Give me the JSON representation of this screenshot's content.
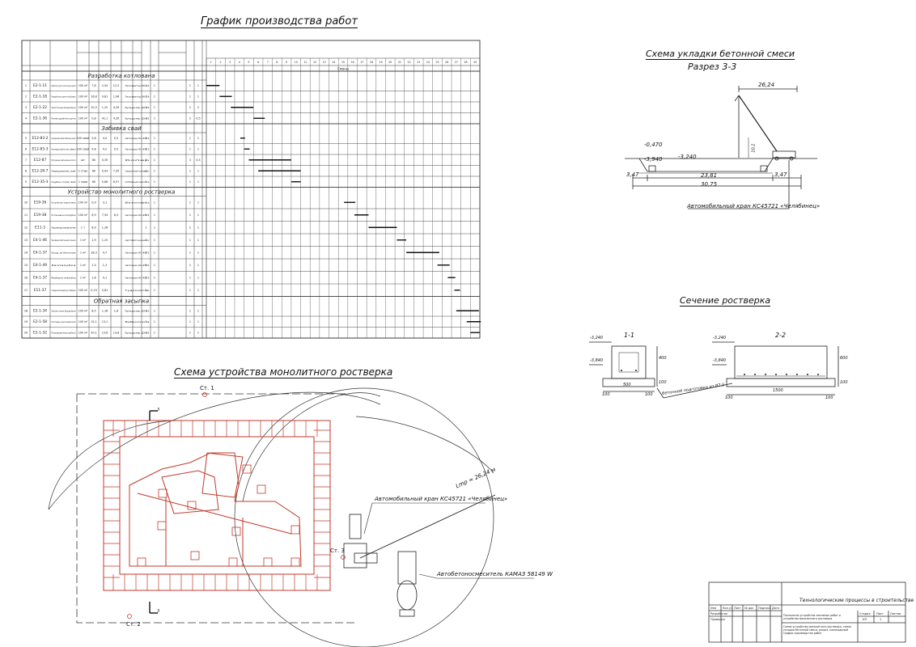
{
  "schedule": {
    "title": "График производства работ",
    "header_shifts_label": "Смены",
    "shift_numbers": [
      "1",
      "2",
      "3",
      "4",
      "5",
      "6",
      "7",
      "8",
      "9",
      "10",
      "11",
      "12",
      "13",
      "14",
      "15",
      "16",
      "17",
      "18",
      "19",
      "20",
      "21",
      "22",
      "23",
      "24",
      "25",
      "26",
      "27",
      "28",
      "29"
    ],
    "sections": [
      {
        "name": "Разработка котлована",
        "rows": [
          {
            "num": "1",
            "code": "Е2-1-11",
            "name": "Разработка грунта в транспортные средства",
            "unit": "100 м³",
            "qty": "7,6",
            "labor": "2,54",
            "hours": "12,5",
            "machine": "Экскаватор ЕК-14",
            "m1": "1",
            "m2": "1",
            "m3": "1",
            "m4": "1"
          },
          {
            "num": "2",
            "code": "Е2-1-18",
            "name": "Разработка грунта на бровку",
            "unit": "100 м³",
            "qty": "16,8",
            "labor": "0,81",
            "hours": "1,96",
            "machine": "Экскаватор ЕК-14",
            "m1": "1",
            "m2": "1",
            "m3": "1",
            "m4": "1"
          },
          {
            "num": "3",
            "code": "Е2-1-22",
            "name": "Зачистка дна бульдозером",
            "unit": "100 м²",
            "qty": "10,3",
            "labor": "1,22",
            "hours": "4,29",
            "machine": "Бульдозер ДЗ-42",
            "m1": "1",
            "m2": "1",
            "m3": "2",
            "m4": "2"
          },
          {
            "num": "4",
            "code": "Е2-1-36",
            "name": "Ручная доработка грунта",
            "unit": "100 м³",
            "qty": "0,8",
            "labor": "41,1",
            "hours": "4,35",
            "machine": "Бульдозер ДЗ-42",
            "m1": "1",
            "m2": "1",
            "m3": "2",
            "m4": "0,5"
          }
        ]
      },
      {
        "name": "Забивка свай",
        "rows": [
          {
            "num": "5",
            "code": "Е12-83-2",
            "name": "Складирование свай автомобильным краном",
            "unit": "100 свай",
            "qty": "0,8",
            "labor": "4,0",
            "hours": "0,5",
            "machine": "Автокран КС-4572",
            "m1": "1",
            "m2": "1",
            "m3": "1",
            "m4": "1"
          },
          {
            "num": "6",
            "code": "Е12-83-3",
            "name": "Раскладка свай в зоне забивки",
            "unit": "100 свай",
            "qty": "0,8",
            "labor": "4,2",
            "hours": "0,5",
            "machine": "Автокран КС-4572",
            "m1": "1",
            "m2": "1",
            "m3": "1",
            "m4": "1"
          },
          {
            "num": "7",
            "code": "Е12-87",
            "name": "Погружение свай дизель-молотом",
            "unit": "шт",
            "qty": "80",
            "labor": "0,35",
            "hours": "",
            "machine": "Копер",
            "m1": "2",
            "m2": "1",
            "m3": "3",
            "m4": "4,5"
          },
          {
            "num": "8",
            "code": "Е12-28-7",
            "name": "Наращивание свай",
            "unit": "1 стык",
            "qty": "80",
            "labor": "0,93",
            "hours": "7,35",
            "machine": "Сварочный аппарат",
            "m1": "3",
            "m2": "1",
            "m3": "1",
            "m4": "1"
          },
          {
            "num": "9",
            "code": "Е12-35-3",
            "name": "Срубка голов свай",
            "unit": "1 свая",
            "qty": "80",
            "labor": "0,88",
            "hours": "6,57",
            "machine": "Отбойный молоток",
            "m1": "2",
            "m2": "1",
            "m3": "1",
            "m4": "1"
          }
        ]
      },
      {
        "name": "Устройство монолитного ростверка",
        "rows": [
          {
            "num": "10",
            "code": "Е19-36",
            "name": "Устройство подготовки",
            "unit": "100 м²",
            "qty": "0,9",
            "labor": "3,1",
            "hours": "",
            "machine": "Бетоновоз",
            "m1": "1",
            "m2": "1",
            "m3": "1",
            "m4": "1"
          },
          {
            "num": "11",
            "code": "Е19-38",
            "name": "Установка опалубки",
            "unit": "100 м²",
            "qty": "6,9",
            "labor": "7,35",
            "hours": "6,5",
            "machine": "Автокран КС-4572",
            "m1": "1",
            "m2": "1",
            "m3": "1",
            "m4": "1"
          },
          {
            "num": "12",
            "code": "Е11-3",
            "name": "Армирование",
            "unit": "1 т",
            "qty": "6,9",
            "labor": "1,28",
            "hours": "",
            "machine": "",
            "m1": "1",
            "m2": "1",
            "m3": "2",
            "m4": "1"
          },
          {
            "num": "13",
            "code": "Е4-1-46",
            "name": "Укладка бетонной смеси",
            "unit": "1 м³",
            "qty": "1,9",
            "labor": "1,25",
            "hours": "",
            "machine": "Автобетононасос",
            "m1": "2",
            "m2": "1",
            "m3": "1",
            "m4": "1"
          },
          {
            "num": "14",
            "code": "Е4-1-37",
            "name": "Уход за бетоном",
            "unit": "1 м³",
            "qty": "18,3",
            "labor": "4,7",
            "hours": "",
            "machine": "Автокран КС-4572",
            "m1": "2",
            "m2": "1",
            "m3": "1",
            "m4": "1"
          },
          {
            "num": "15",
            "code": "Е4-1-49",
            "name": "Распалубка",
            "unit": "1 м²",
            "qty": "1,5",
            "labor": "1,3",
            "hours": "",
            "machine": "Автокран КС-4572",
            "m1": "2",
            "m2": "1",
            "m3": "1",
            "m4": "1"
          },
          {
            "num": "16",
            "code": "Е4-1-37",
            "name": "Разборка опалубки",
            "unit": "1 м²",
            "qty": "1,8",
            "labor": "9,1",
            "hours": "",
            "machine": "Автокран КС-4572",
            "m1": "2",
            "m2": "1",
            "m3": "1",
            "m4": "1"
          },
          {
            "num": "17",
            "code": "Е11-37",
            "name": "Гидроизоляция ростверка",
            "unit": "100 м²",
            "qty": "0,19",
            "labor": "5,81",
            "hours": "",
            "machine": "Гудронатор",
            "m1": "2",
            "m2": "1",
            "m3": "1",
            "m4": "1"
          }
        ]
      },
      {
        "name": "Обратная засыпка",
        "rows": [
          {
            "num": "18",
            "code": "Е2-1-34",
            "name": "Засыпка пазух бульдозером",
            "unit": "100 м³",
            "qty": "8,5",
            "labor": "1,18",
            "hours": "1,8",
            "machine": "Бульдозер ДЗ-42",
            "m1": "1",
            "m2": "1",
            "m3": "1",
            "m4": "1"
          },
          {
            "num": "19",
            "code": "Е2-1-58",
            "name": "Уплотнение грунта виброплитой",
            "unit": "100 м²",
            "qty": "15,1",
            "labor": "13,1",
            "hours": "",
            "machine": "Виброплита",
            "m1": "1",
            "m2": "1",
            "m3": "1",
            "m4": "1"
          },
          {
            "num": "20",
            "code": "Е2-1-32",
            "name": "Планировочные работы",
            "unit": "100 м²",
            "qty": "20,1",
            "labor": "13,6",
            "hours": "13,8",
            "machine": "Бульдозер ДЗ-42",
            "m1": "1",
            "m2": "1",
            "m3": "1",
            "m4": "1"
          }
        ]
      }
    ],
    "bars": [
      {
        "row": 1,
        "start": 0,
        "len": 1.4
      },
      {
        "row": 2,
        "start": 1.4,
        "len": 1.3
      },
      {
        "row": 3,
        "start": 2.6,
        "len": 2.4
      },
      {
        "row": 4,
        "start": 5.0,
        "len": 1.2
      },
      {
        "row": 5,
        "start": 3.6,
        "len": 0.5
      },
      {
        "row": 6,
        "start": 4.0,
        "len": 0.6
      },
      {
        "row": 7,
        "start": 4.5,
        "len": 4.5
      },
      {
        "row": 8,
        "start": 5.5,
        "len": 4.5
      },
      {
        "row": 9,
        "start": 9.0,
        "len": 1.0
      },
      {
        "row": 10,
        "start": 14.6,
        "len": 1.2
      },
      {
        "row": 11,
        "start": 15.7,
        "len": 1.5
      },
      {
        "row": 12,
        "start": 17.2,
        "len": 3.0
      },
      {
        "row": 13,
        "start": 20.2,
        "len": 1.0
      },
      {
        "row": 14,
        "start": 21.2,
        "len": 3.5
      },
      {
        "row": 15,
        "start": 24.5,
        "len": 1.3
      },
      {
        "row": 16,
        "start": 25.6,
        "len": 0.8
      },
      {
        "row": 17,
        "start": 26.3,
        "len": 0.6
      },
      {
        "row": 18,
        "start": 26.5,
        "len": 2.4
      },
      {
        "row": 19,
        "start": 27.6,
        "len": 1.5
      },
      {
        "row": 20,
        "start": 28.0,
        "len": 1.0
      }
    ]
  },
  "pour_scheme": {
    "title": "Схема укладки бетонной смеси",
    "subtitle": "Разрез 3-3",
    "dims": {
      "top": "26,24",
      "elev1": "-0,470",
      "elev2": "-3,940",
      "elev3": "-3,240",
      "left": "3,47",
      "right": "3,47",
      "mid": "23,81",
      "total": "30,75",
      "h": "10,1"
    },
    "crane_label": "Автомобильный кран КС45721 «Челябинец»"
  },
  "grillage": {
    "title": "Сечение ростверка",
    "sec1": "1-1",
    "sec2": "2-2",
    "e1": "-3,240",
    "e2": "-3,840",
    "w1": "500",
    "w2": "100",
    "w3": "1500",
    "h1": "400",
    "h2": "100",
    "h3": "600",
    "note": "бетонной подготовки из В7,5"
  },
  "plan": {
    "title": "Схема устройства монолитного ростверка",
    "st1": "Ст. 1",
    "st2": "Ст. 2",
    "st3": "Ст. 3",
    "sec_mark": "3",
    "lmp": "Lmp = 26,24 м",
    "crane_label": "Автомобильный кран КС45721 «Челябинец»",
    "mixer_label": "Автобетоносмеситель КАМАЗ 58149 W"
  },
  "title_block": {
    "course": "Технологические процессы в строительстве",
    "desc": "Технология устройства земляных работ и устройства монолитного ростверка",
    "sheet_desc": "Схема устройства монолитного ростверка, схема укладки бетонной смеси, разрез, календарный график производства работ",
    "cols": [
      "Изм",
      "Кол.уч",
      "Лист",
      "№ док",
      "Подпись",
      "Дата"
    ],
    "dev": "Разработал",
    "chk": "Проверил",
    "stage_h": "Стадия",
    "sheet_h": "Лист",
    "sheets_h": "Листов",
    "stage": "КП",
    "sheet": "1"
  },
  "colors": {
    "red": "#c0392b",
    "line": "#222222"
  }
}
